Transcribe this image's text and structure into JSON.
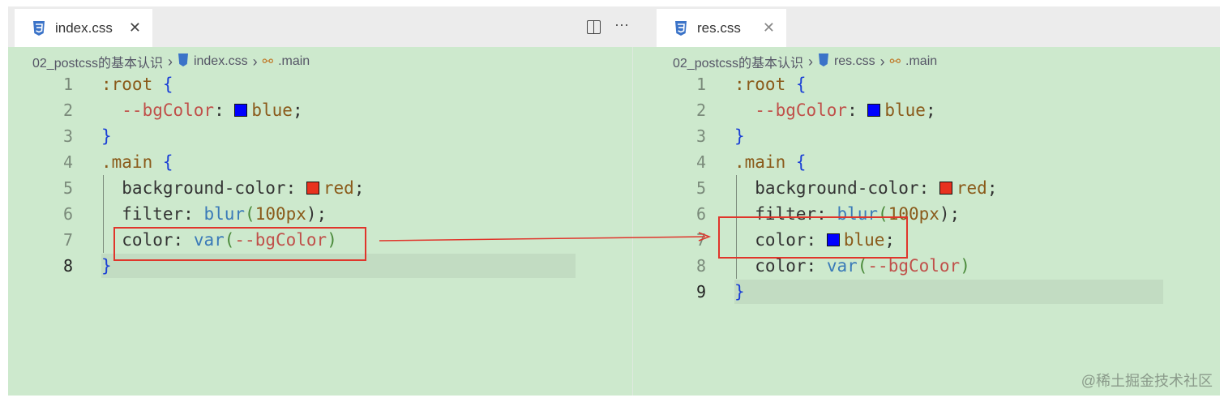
{
  "left": {
    "tab": "index.css",
    "breadcrumb": [
      "02_postcss的基本认识",
      "index.css",
      ".main"
    ],
    "lines": [
      [
        {
          "t": ":root ",
          "c": "sel"
        },
        {
          "t": "{",
          "c": "br"
        }
      ],
      [
        {
          "t": "  --bgColor",
          "c": "var"
        },
        {
          "t": ": ",
          "c": "p"
        },
        {
          "sw": "#0000ff"
        },
        {
          "t": "blue",
          "c": "val"
        },
        {
          "t": ";",
          "c": "p"
        }
      ],
      [
        {
          "t": "}",
          "c": "br"
        }
      ],
      [
        {
          "t": ".main ",
          "c": "sel"
        },
        {
          "t": "{",
          "c": "br"
        }
      ],
      [
        {
          "t": "  background-color",
          "c": "prop"
        },
        {
          "t": ": ",
          "c": "p"
        },
        {
          "sw": "#e8321f"
        },
        {
          "t": "red",
          "c": "val"
        },
        {
          "t": ";",
          "c": "p"
        }
      ],
      [
        {
          "t": "  filter",
          "c": "prop"
        },
        {
          "t": ": ",
          "c": "p"
        },
        {
          "t": "blur",
          "c": "fn"
        },
        {
          "t": "(",
          "c": "num"
        },
        {
          "t": "100px",
          "c": "val"
        },
        {
          "t": ");",
          "c": "p"
        }
      ],
      [
        {
          "t": "  color",
          "c": "prop"
        },
        {
          "t": ": ",
          "c": "p"
        },
        {
          "t": "var",
          "c": "fn"
        },
        {
          "t": "(",
          "c": "num"
        },
        {
          "t": "--bgColor",
          "c": "var"
        },
        {
          "t": ")",
          "c": "num"
        }
      ],
      [
        {
          "t": "}",
          "c": "br"
        }
      ]
    ],
    "line_numbers": [
      "1",
      "2",
      "3",
      "4",
      "5",
      "6",
      "7",
      "8"
    ]
  },
  "right": {
    "tab": "res.css",
    "breadcrumb": [
      "02_postcss的基本认识",
      "res.css",
      ".main"
    ],
    "lines": [
      [
        {
          "t": ":root ",
          "c": "sel"
        },
        {
          "t": "{",
          "c": "br"
        }
      ],
      [
        {
          "t": "  --bgColor",
          "c": "var"
        },
        {
          "t": ": ",
          "c": "p"
        },
        {
          "sw": "#0000ff"
        },
        {
          "t": "blue",
          "c": "val"
        },
        {
          "t": ";",
          "c": "p"
        }
      ],
      [
        {
          "t": "}",
          "c": "br"
        }
      ],
      [
        {
          "t": ".main ",
          "c": "sel"
        },
        {
          "t": "{",
          "c": "br"
        }
      ],
      [
        {
          "t": "  background-color",
          "c": "prop"
        },
        {
          "t": ": ",
          "c": "p"
        },
        {
          "sw": "#e8321f"
        },
        {
          "t": "red",
          "c": "val"
        },
        {
          "t": ";",
          "c": "p"
        }
      ],
      [
        {
          "t": "  filter",
          "c": "prop"
        },
        {
          "t": ": ",
          "c": "p"
        },
        {
          "t": "blur",
          "c": "fn"
        },
        {
          "t": "(",
          "c": "num"
        },
        {
          "t": "100px",
          "c": "val"
        },
        {
          "t": ");",
          "c": "p"
        }
      ],
      [
        {
          "t": "  color",
          "c": "prop"
        },
        {
          "t": ": ",
          "c": "p"
        },
        {
          "sw": "#0000ff"
        },
        {
          "t": "blue",
          "c": "val"
        },
        {
          "t": ";",
          "c": "p"
        }
      ],
      [
        {
          "t": "  color",
          "c": "prop"
        },
        {
          "t": ": ",
          "c": "p"
        },
        {
          "t": "var",
          "c": "fn"
        },
        {
          "t": "(",
          "c": "num"
        },
        {
          "t": "--bgColor",
          "c": "var"
        },
        {
          "t": ")",
          "c": "num"
        }
      ],
      [
        {
          "t": "}",
          "c": "br"
        }
      ]
    ],
    "line_numbers": [
      "1",
      "2",
      "3",
      "4",
      "5",
      "6",
      "7",
      "8",
      "9"
    ]
  },
  "watermark": "@稀土掘金技术社区",
  "colors": {
    "editor_bg": "#cde9cd",
    "highlight": "#e0352b",
    "css_icon": "#3b73c8"
  }
}
